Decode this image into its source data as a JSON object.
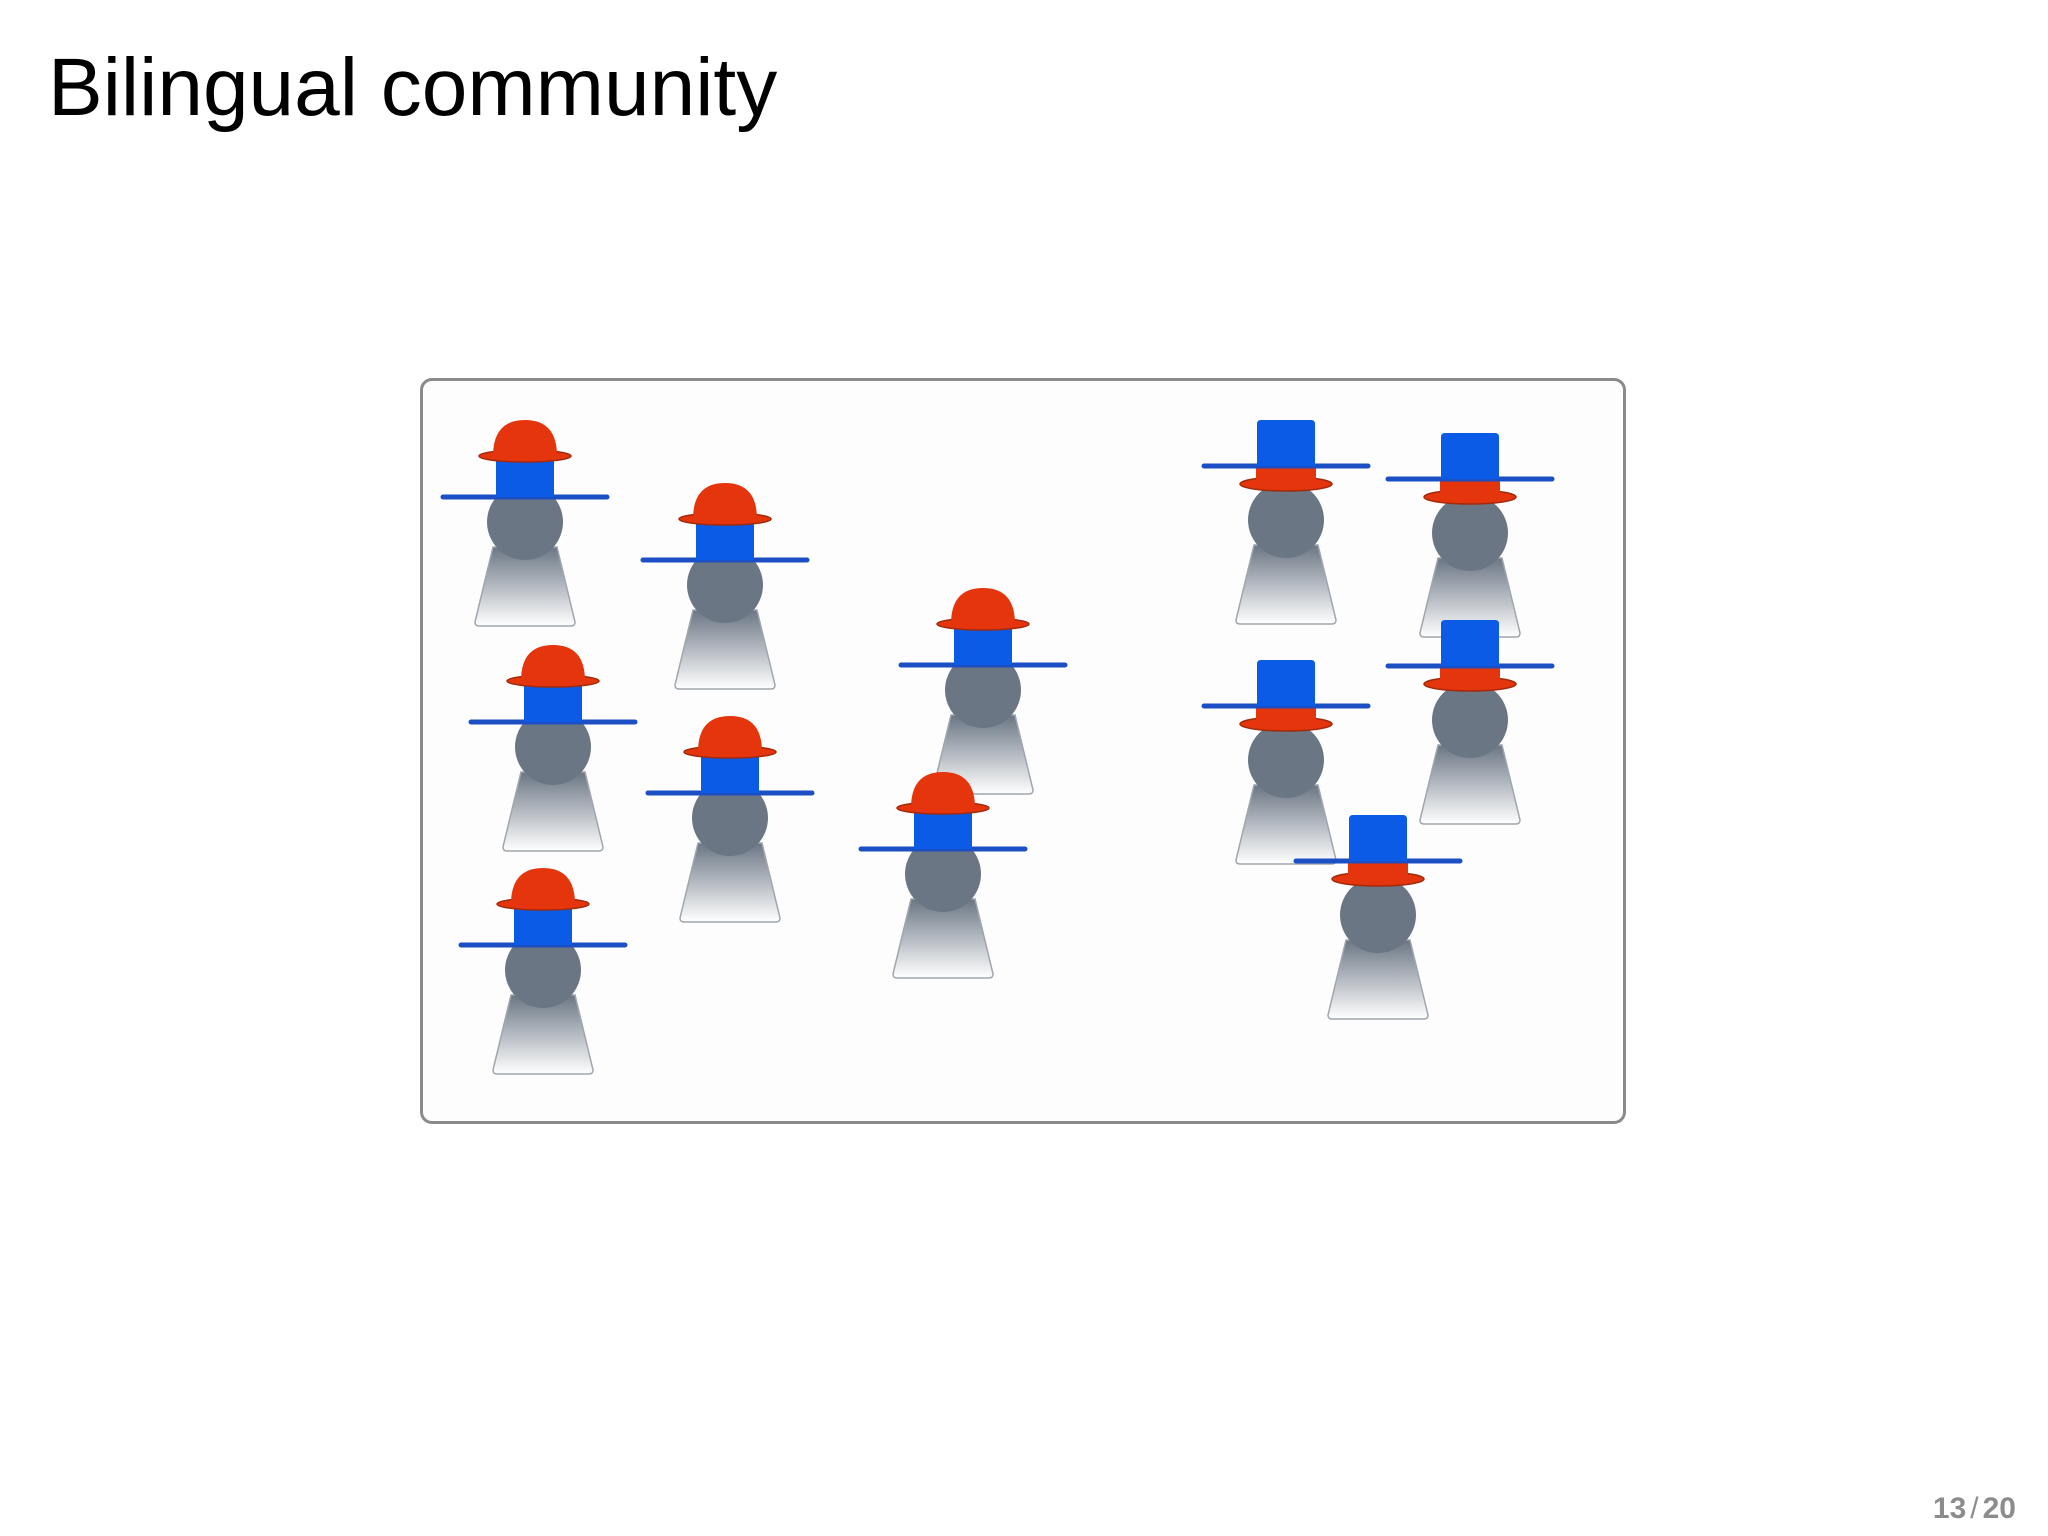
{
  "slide": {
    "title": "Bilingual community",
    "page_current": "13",
    "page_separator": "/",
    "page_total": "20"
  },
  "colors": {
    "red_hat": "#e5350d",
    "blue_hat": "#0b5be6",
    "brim_blue": "#1d4fc4",
    "head": "#6b7684",
    "body_top": "#6b7684",
    "body_bottom": "#ffffff",
    "frame_border": "#8a8a8a"
  },
  "figure": {
    "groups": [
      {
        "name": "left-group",
        "figure_count": 7,
        "hat_style": "red-bowler-over-blue-wide-brim"
      },
      {
        "name": "right-group",
        "figure_count": 5,
        "hat_style": "blue-top-hat-over-red-brim"
      }
    ]
  }
}
